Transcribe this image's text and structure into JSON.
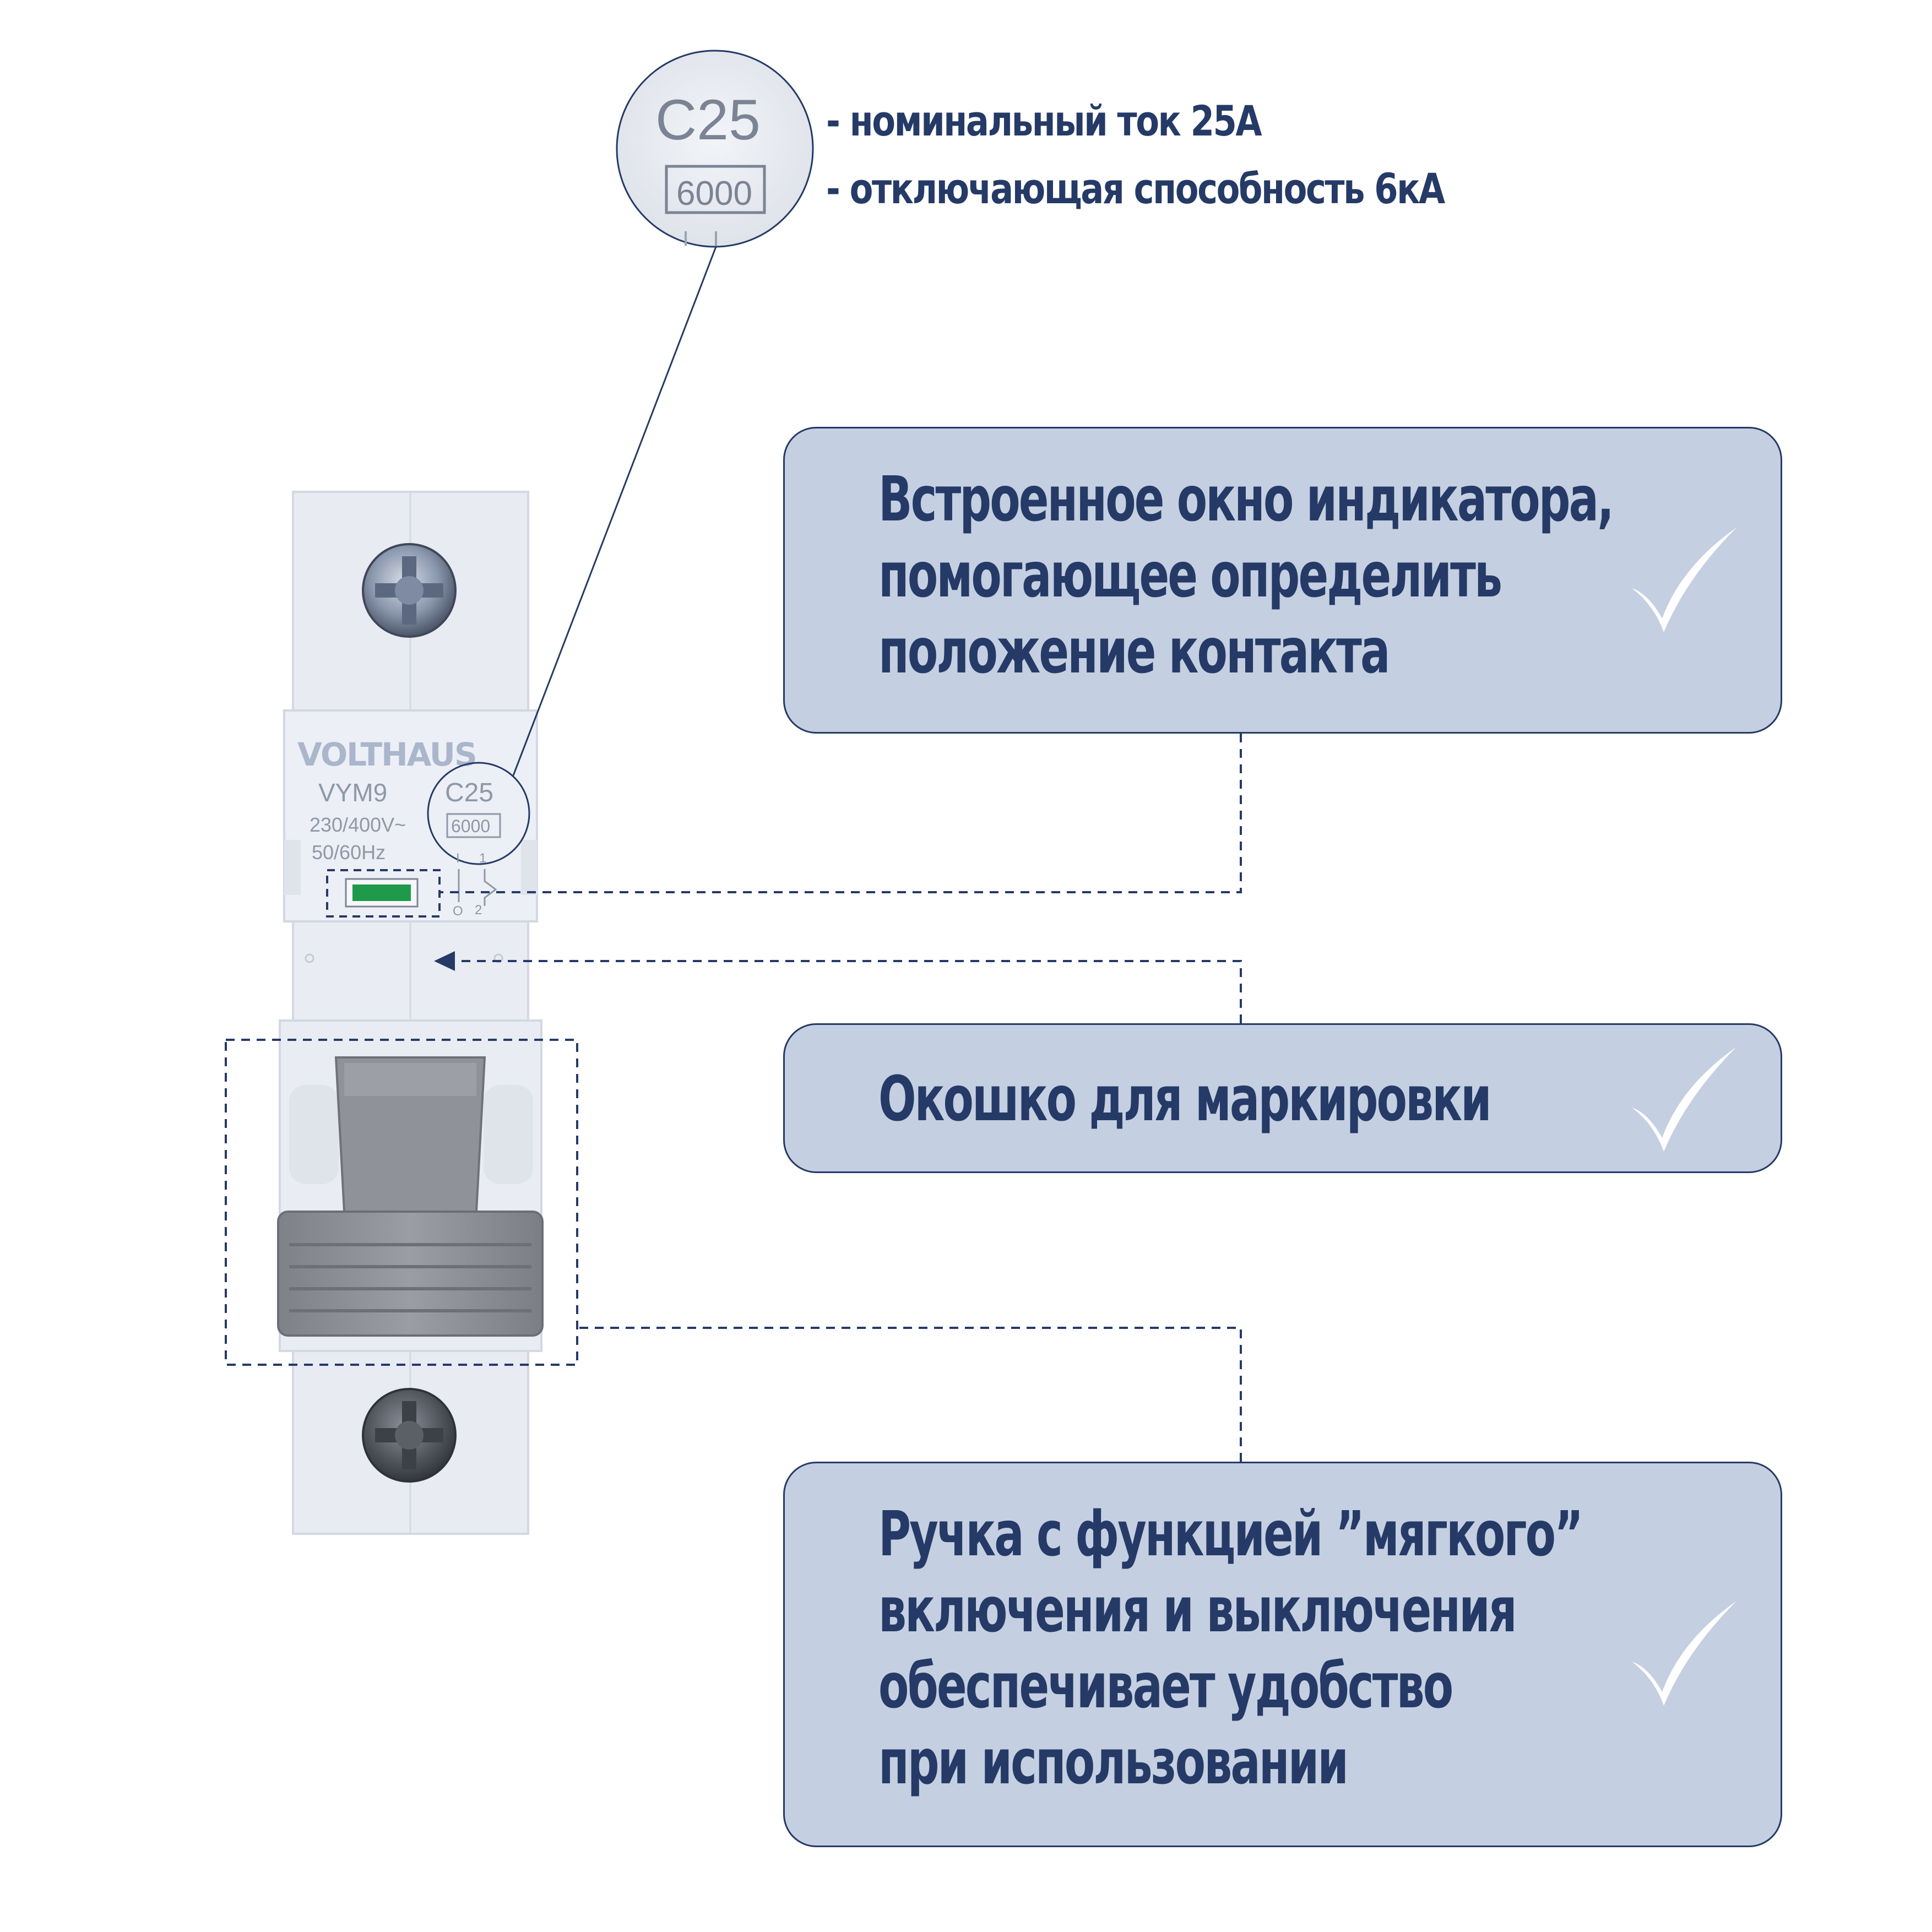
{
  "spec": {
    "magnifier_rating": "C25",
    "magnifier_capacity": "6000",
    "line1": "- номинальный ток 25А",
    "line2": "- отключающая способность 6кА"
  },
  "device": {
    "brand": "VOLTHAUS",
    "model": "VYM9",
    "rating": "C25",
    "capacity": "6000",
    "voltage": "230/400V~",
    "frequency": "50/60Hz",
    "terminal_top": "1",
    "terminal_bottom": "2",
    "switch_on": "I",
    "switch_off": "O"
  },
  "callouts": {
    "indicator": [
      "Встроенное окно индикатора,",
      "помогающее определить",
      "положение контакта"
    ],
    "marking": [
      "Окошко для маркировки"
    ],
    "handle": [
      "Ручка с функцией ”мягкого”",
      "включения и выключения",
      "обеспечивает удобство",
      "при использовании"
    ]
  },
  "colors": {
    "accent": "#253a66",
    "callout_fill": "#c4cfe1",
    "device_body": "#e9ecf3",
    "handle_gray": "#8c8f95",
    "indicator_green": "#1e9a4a"
  },
  "icons": [
    "checkmark-icon",
    "screw-icon",
    "arrow-left-icon"
  ]
}
